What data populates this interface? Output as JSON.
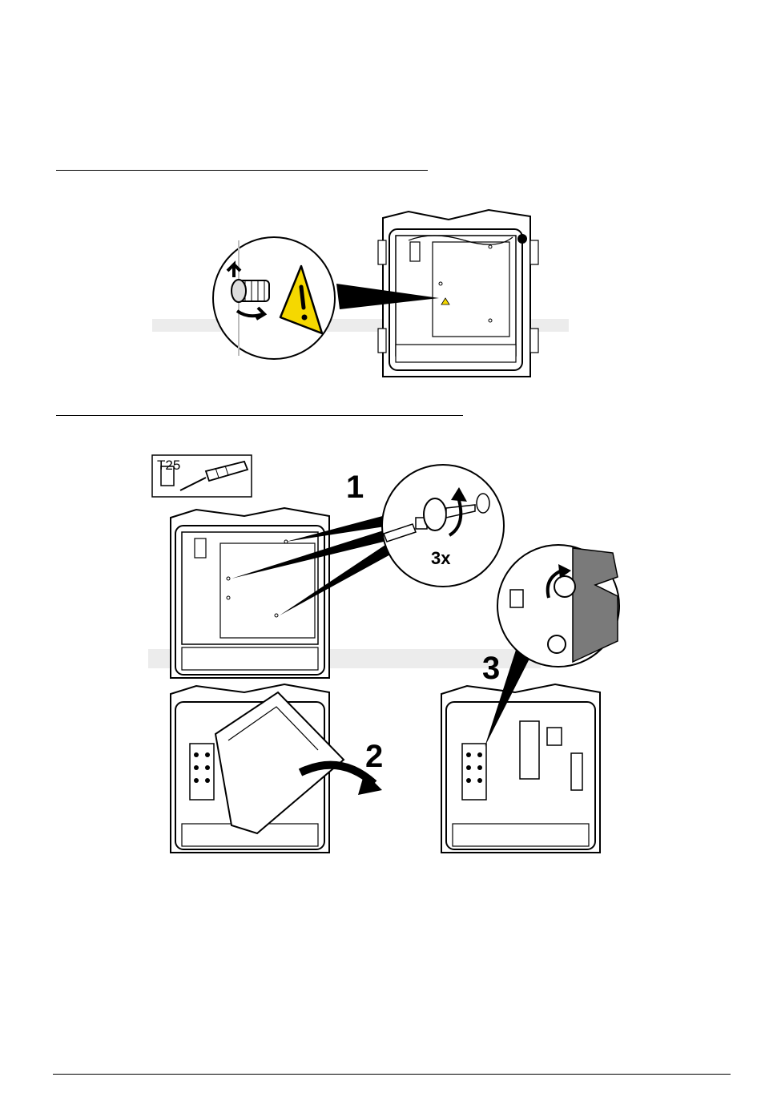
{
  "figure2": {
    "tool_label": "T25",
    "steps": [
      "1",
      "2",
      "3"
    ],
    "count_label": "3x"
  },
  "icons": {
    "figure1": [
      "enclosure-open-icon",
      "thumb-screw-icon",
      "warning-triangle-icon",
      "magnifier-callout-icon"
    ],
    "figure2": [
      "torx-screwdriver-icon",
      "screw-removal-icon",
      "rotate-arrow-icon",
      "enclosure-open-icon",
      "cover-remove-icon",
      "thumb-screw-icon"
    ]
  },
  "colors": {
    "warning_yellow": "#f5d800",
    "line": "#000000",
    "shadow_gray": "#e6e6e6",
    "grille_gray": "#7a7a7a"
  }
}
